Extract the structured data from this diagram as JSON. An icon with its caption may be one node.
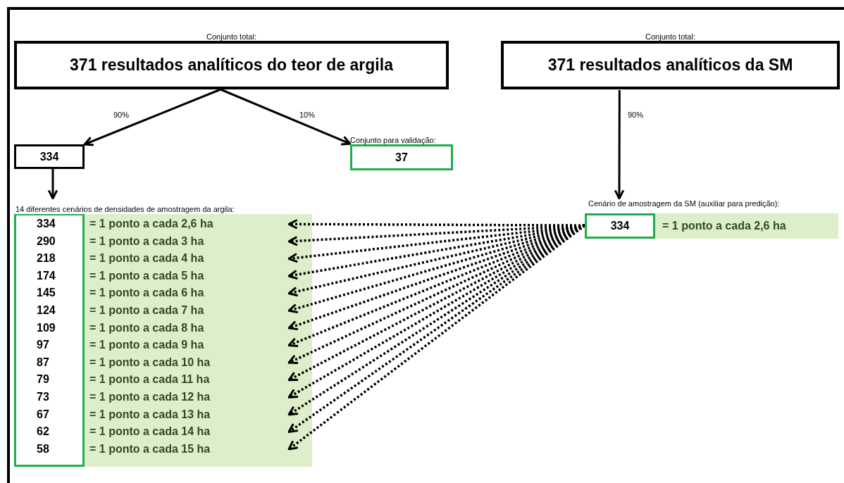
{
  "diagram": {
    "nodes": [
      {
        "text": [
          "Conjunto total:",
          "371 resultados analíticos do teor de argila"
        ]
      },
      {
        "text": [
          "334"
        ]
      },
      {
        "text": [
          "Conjunto para validação:",
          "37"
        ]
      },
      {
        "text": [
          "Conjunto total:",
          "371 resultados analíticos da SM"
        ]
      },
      {
        "text": [
          "14 diferentes cenários de densidades de amostragem da argila:"
        ]
      },
      {
        "text": [
          "334",
          "= 1 ponto a cada 2,6 ha"
        ],
        "in": 4
      },
      {
        "text": [
          "290",
          "= 1 ponto a cada 3 ha"
        ],
        "in": 4
      },
      {
        "text": [
          "218",
          "= 1 ponto a cada 4 ha"
        ],
        "in": 4
      },
      {
        "text": [
          "174",
          "= 1 ponto a cada 5 ha"
        ],
        "in": 4
      },
      {
        "text": [
          "145",
          "= 1 ponto a cada 6 ha"
        ],
        "in": 4
      },
      {
        "text": [
          "124",
          "= 1 ponto a cada 7 ha"
        ],
        "in": 4
      },
      {
        "text": [
          "109",
          "= 1 ponto a cada 8 ha"
        ],
        "in": 4
      },
      {
        "text": [
          "97",
          "= 1 ponto a cada 9 ha"
        ],
        "in": 4
      },
      {
        "text": [
          "87",
          "= 1 ponto a cada 10 ha"
        ],
        "in": 4
      },
      {
        "text": [
          "79",
          "= 1 ponto a cada 11 ha"
        ],
        "in": 4
      },
      {
        "text": [
          "73",
          "= 1 ponto a cada 12 ha"
        ],
        "in": 4
      },
      {
        "text": [
          "67",
          "= 1 ponto a cada 13 ha"
        ],
        "in": 4
      },
      {
        "text": [
          "62",
          "= 1 ponto a cada 14 ha"
        ],
        "in": 4
      },
      {
        "text": [
          "58",
          "= 1 ponto a cada 15 ha"
        ],
        "in": 4
      },
      {
        "text": [
          "Cenário de amostragem da SM (auxiliar para predição):",
          "334",
          "= 1 ponto a cada 2,6 ha"
        ]
      }
    ],
    "edges": [
      {
        "from": 0,
        "to": 1,
        "arrow": "to",
        "label": "90%"
      },
      {
        "from": 0,
        "to": 2,
        "arrow": "to",
        "label": "10%"
      },
      {
        "from": 1,
        "to": 4,
        "arrow": "to"
      },
      {
        "from": 3,
        "to": 19,
        "arrow": "to",
        "label": "90%"
      },
      {
        "from": 19,
        "to": 5,
        "arrow": "to",
        "style": "dashed"
      },
      {
        "from": 19,
        "to": 6,
        "arrow": "to",
        "style": "dashed"
      },
      {
        "from": 19,
        "to": 7,
        "arrow": "to",
        "style": "dashed"
      },
      {
        "from": 19,
        "to": 8,
        "arrow": "to",
        "style": "dashed"
      },
      {
        "from": 19,
        "to": 9,
        "arrow": "to",
        "style": "dashed"
      },
      {
        "from": 19,
        "to": 10,
        "arrow": "to",
        "style": "dashed"
      },
      {
        "from": 19,
        "to": 11,
        "arrow": "to",
        "style": "dashed"
      },
      {
        "from": 19,
        "to": 12,
        "arrow": "to",
        "style": "dashed"
      },
      {
        "from": 19,
        "to": 13,
        "arrow": "to",
        "style": "dashed"
      },
      {
        "from": 19,
        "to": 14,
        "arrow": "to",
        "style": "dashed"
      },
      {
        "from": 19,
        "to": 15,
        "arrow": "to",
        "style": "dashed"
      },
      {
        "from": 19,
        "to": 16,
        "arrow": "to",
        "style": "dashed"
      },
      {
        "from": 19,
        "to": 17,
        "arrow": "to",
        "style": "dashed"
      },
      {
        "from": 19,
        "to": 18,
        "arrow": "to",
        "style": "dashed"
      }
    ]
  }
}
